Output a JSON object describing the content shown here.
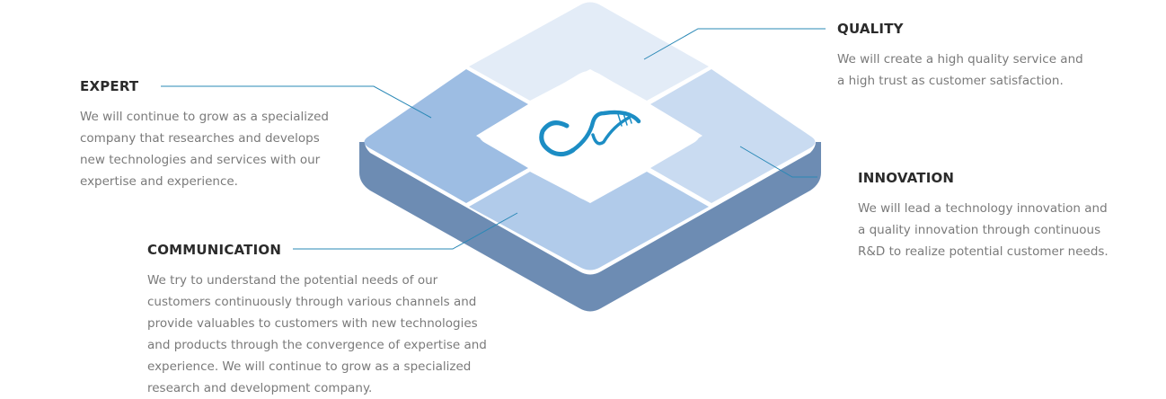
{
  "sections": {
    "expert": {
      "title": "EXPERT",
      "body": "We will continue to grow as a specialized\ncompany that researches and develops\nnew technologies and services with our\nexpertise and experience."
    },
    "quality": {
      "title": "QUALITY",
      "body": "We will create a high quality service and\na high trust as customer satisfaction."
    },
    "innovation": {
      "title": "INNOVATION",
      "body": "We will lead a technology innovation and\n a quality innovation through continuous\nR&D to realize potential customer needs."
    },
    "communication": {
      "title": "COMMUNICATION",
      "body": "We try to understand the potential needs of our\ncustomers continuously through various channels and\nprovide valuables to customers with new technologies\nand products through the convergence of expertise and\nexperience. We will continue to grow as a specialized\nresearch and development company."
    }
  },
  "colors": {
    "quality_tile": "#e3ecf7",
    "expert_tile": "#9dbde3",
    "innovation_tile": "#c9dbf1",
    "communication_tile": "#b1cbea",
    "platform_side": "#6d8cb3",
    "center": "#ffffff",
    "connector": "#2a88b6",
    "logo": "#1c8dc4"
  },
  "logo": {
    "icon": "dna-logo-icon"
  }
}
